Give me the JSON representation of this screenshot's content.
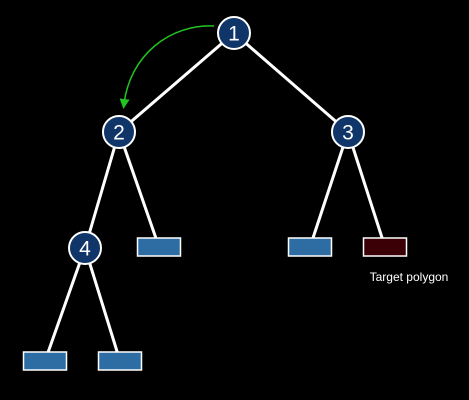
{
  "colors": {
    "background": "#000000",
    "edge": "#ffffff",
    "node_fill": "#0f3569",
    "leaf_fill": "#2e6da4",
    "target_fill": "#3a0006",
    "arrow": "#22c422"
  },
  "nodes": [
    {
      "id": "n1",
      "label": "1"
    },
    {
      "id": "n2",
      "label": "2"
    },
    {
      "id": "n3",
      "label": "3"
    },
    {
      "id": "n4",
      "label": "4"
    }
  ],
  "leaves": [
    {
      "id": "leaf-4a",
      "kind": "polygon"
    },
    {
      "id": "leaf-4b",
      "kind": "polygon"
    },
    {
      "id": "leaf-2b",
      "kind": "polygon"
    },
    {
      "id": "leaf-3a",
      "kind": "polygon"
    },
    {
      "id": "leaf-3b",
      "kind": "target",
      "label": "Target polygon"
    }
  ],
  "edges": [
    [
      "n1",
      "n2"
    ],
    [
      "n1",
      "n3"
    ],
    [
      "n2",
      "n4"
    ],
    [
      "n2",
      "leaf-2b"
    ],
    [
      "n4",
      "leaf-4a"
    ],
    [
      "n4",
      "leaf-4b"
    ],
    [
      "n3",
      "leaf-3a"
    ],
    [
      "n3",
      "leaf-3b"
    ]
  ],
  "traversal_arrow": {
    "from": "n1",
    "to": "n2"
  }
}
